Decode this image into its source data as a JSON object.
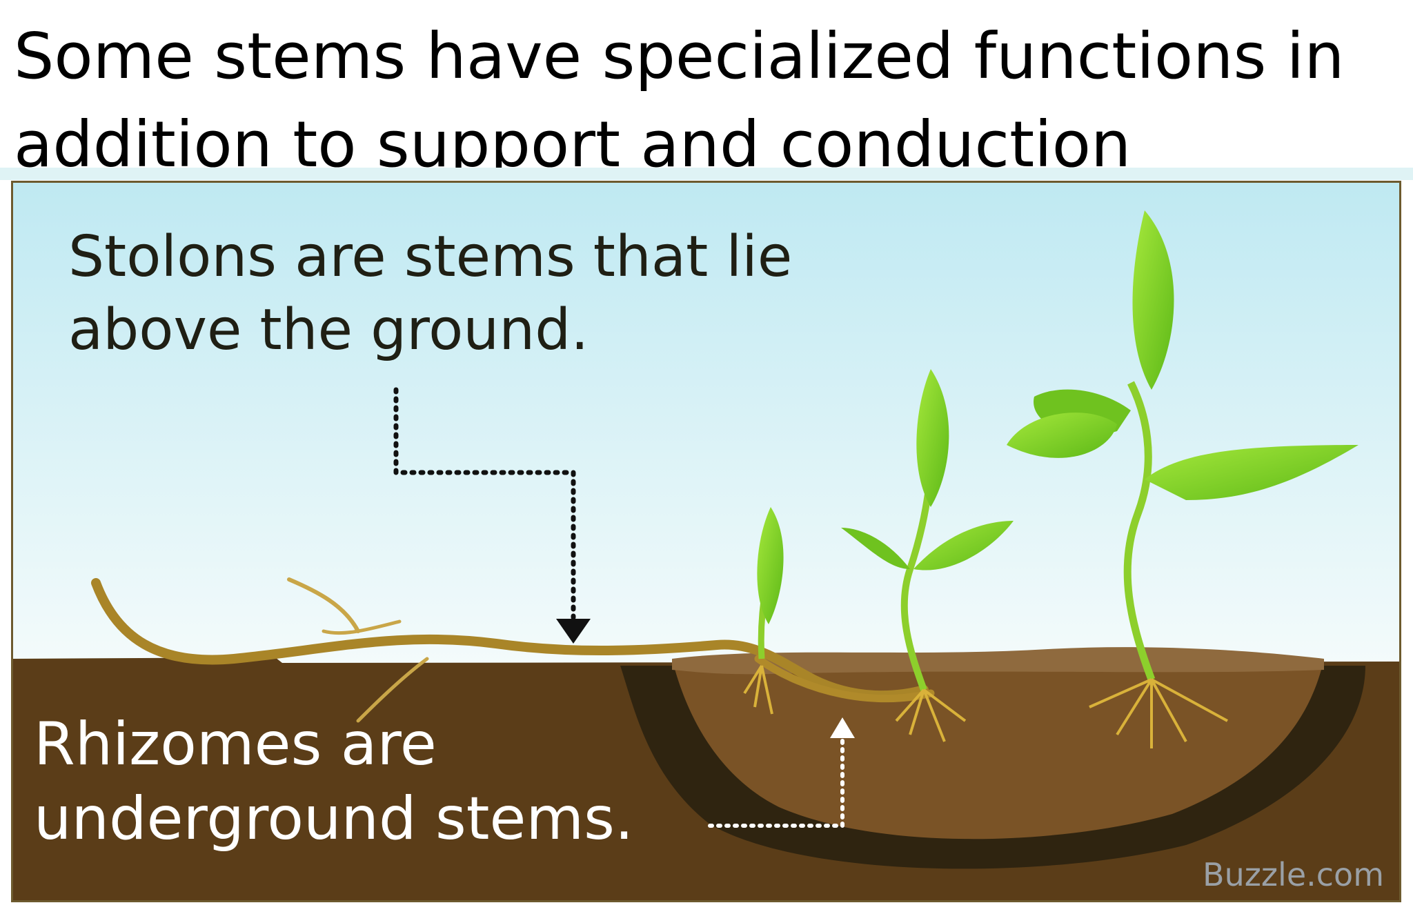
{
  "slide": {
    "title_line1": "Some stems have specialized functions in",
    "title_line2": "addition to support and conduction"
  },
  "figure": {
    "stolon_label_line1": "Stolons are stems that lie",
    "stolon_label_line2": "above the ground.",
    "rhizome_label_line1": "Rhizomes are",
    "rhizome_label_line2": "underground stems.",
    "watermark": "Buzzle.com"
  },
  "colors": {
    "sky": "#e6f7f9",
    "soil": "#5b3d18",
    "soil_cutaway": "#7a5326",
    "stem": "#b08a2a",
    "leaf": "#7ed321",
    "root": "#d9b23a",
    "border": "#6d5a2e"
  }
}
